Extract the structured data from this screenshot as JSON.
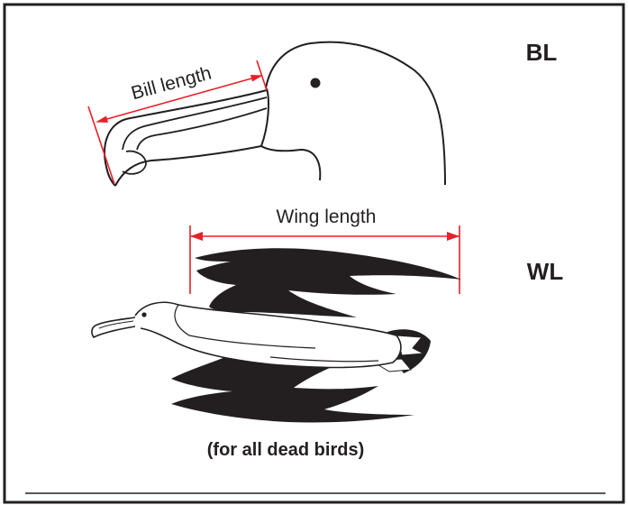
{
  "bill_section": {
    "code": "BL",
    "measure_label": "Bill length"
  },
  "wing_section": {
    "code": "WL",
    "measure_label": "Wing length",
    "note": "(for all dead birds)"
  },
  "colors": {
    "measure_line": "#e8202a",
    "outline": "#231f20",
    "fill": "#231f20"
  }
}
